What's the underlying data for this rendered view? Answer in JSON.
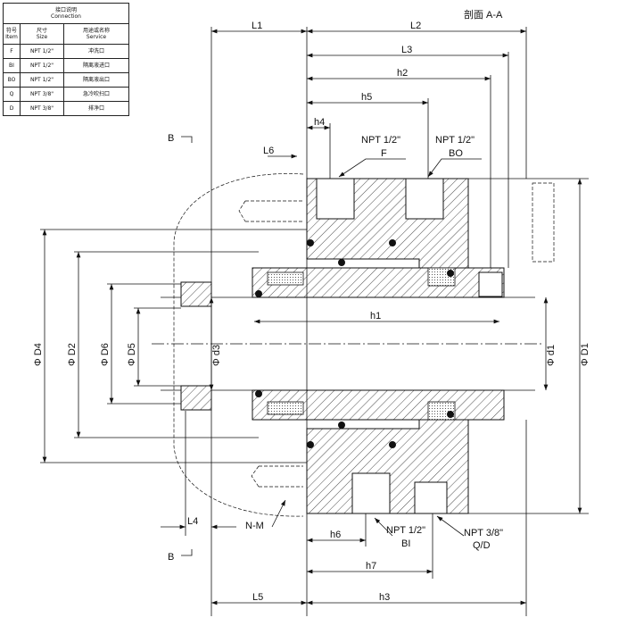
{
  "table": {
    "title_cn": "接口说明",
    "title_en": "Connection",
    "headers": [
      {
        "cn": "符号",
        "en": "Item"
      },
      {
        "cn": "尺寸",
        "en": "Size"
      },
      {
        "cn": "用途或名称",
        "en": "Service"
      }
    ],
    "rows": [
      {
        "item": "F",
        "size": "NPT 1/2\"",
        "service": "冲洗口"
      },
      {
        "item": "BI",
        "size": "NPT 1/2\"",
        "service": "隔离液进口"
      },
      {
        "item": "BO",
        "size": "NPT 1/2\"",
        "service": "隔离液出口"
      },
      {
        "item": "Q",
        "size": "NPT 3/8\"",
        "service": "急冷吹扫口"
      },
      {
        "item": "D",
        "size": "NPT 3/8\"",
        "service": "排净口"
      }
    ]
  },
  "drawing": {
    "section": "剖面 A-A",
    "view_mark": "B",
    "dims": {
      "L1": "L1",
      "L2": "L2",
      "L3": "L3",
      "h2": "h2",
      "h5": "h5",
      "h4": "h4",
      "L6": "L6",
      "h1": "h1",
      "L4": "L4",
      "h6": "h6",
      "h7": "h7",
      "L5": "L5",
      "h3": "h3",
      "D4": "Φ D4",
      "D2": "Φ D2",
      "D6": "Φ D6",
      "D5": "Φ D5",
      "d3": "Φ d3",
      "d1": "Φ d1",
      "D1": "Φ D1"
    },
    "ports": {
      "F_size": "NPT 1/2\"",
      "F": "F",
      "BO_size": "NPT 1/2\"",
      "BO": "BO",
      "BI_size": "NPT 1/2\"",
      "BI": "BI",
      "QD_size": "NPT 3/8\"",
      "QD": "Q/D",
      "NM": "N-M"
    }
  }
}
